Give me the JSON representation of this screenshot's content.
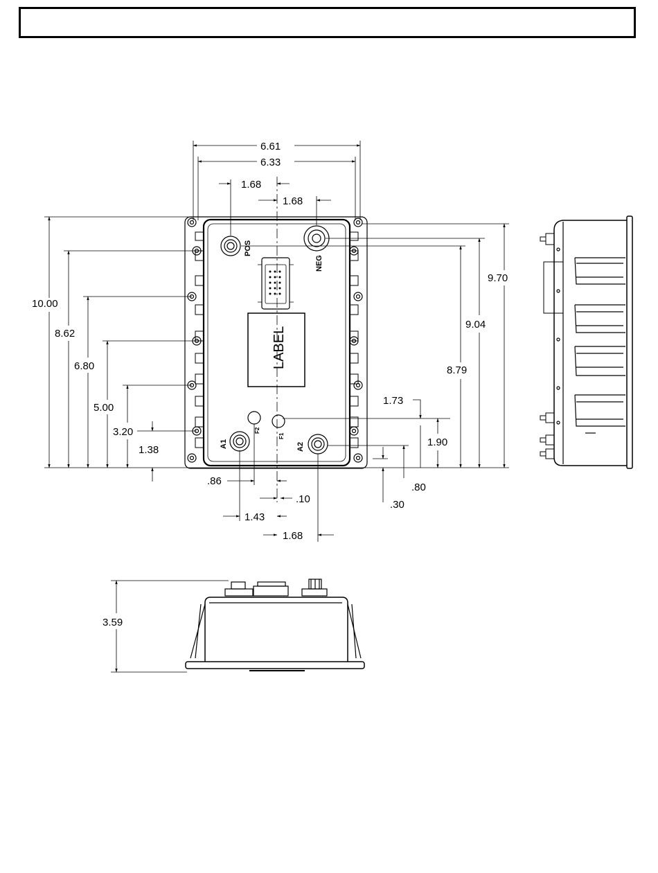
{
  "title_box": {
    "text": ""
  },
  "top_view": {
    "dimensions": {
      "overall_width": "6.61",
      "mount_width": "6.33",
      "pos_offset": "1.68",
      "neg_offset": "1.68",
      "overall_height": "10.00",
      "height_862": "8.62",
      "height_680": "6.80",
      "height_500": "5.00",
      "height_320": "3.20",
      "height_138": "1.38",
      "height_970": "9.70",
      "height_904": "9.04",
      "height_879": "8.79",
      "dim_173": "1.73",
      "dim_190": "1.90",
      "dim_080": ".80",
      "dim_030": ".30",
      "dim_086": ".86",
      "dim_010": ".10",
      "dim_143": "1.43",
      "dim_168_bottom": "1.68"
    },
    "terminal_labels": {
      "pos": "POS",
      "neg": "NEG",
      "a1": "A1",
      "a2": "A2",
      "f1": "F1",
      "f2": "F2",
      "label": "LABEL"
    }
  },
  "front_view": {
    "dimensions": {
      "height": "3.59"
    }
  }
}
